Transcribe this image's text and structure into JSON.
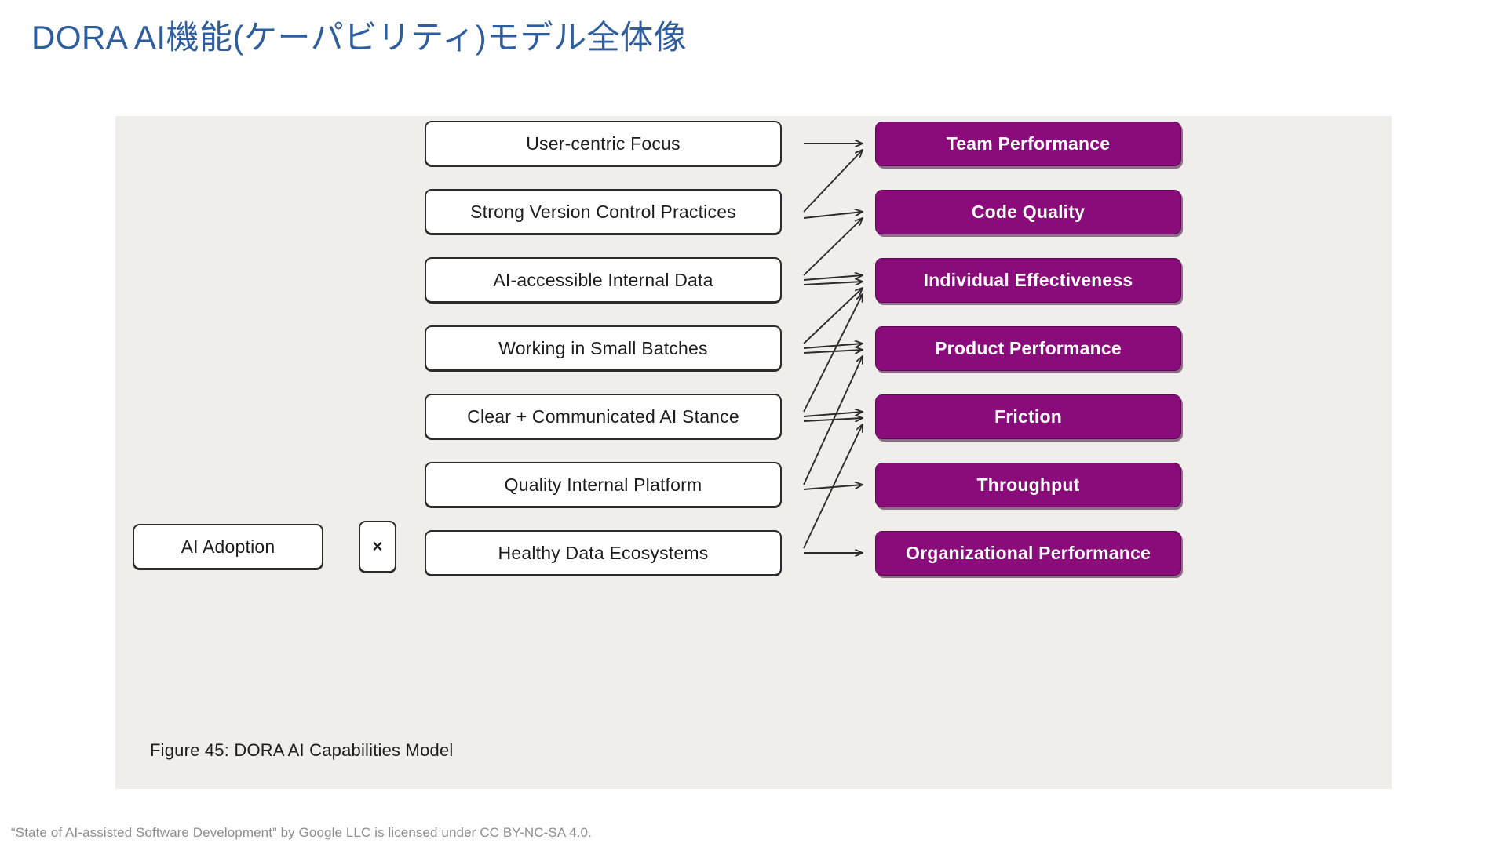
{
  "slide": {
    "title": "DORA AI機能(ケーパビリティ)モデル全体像",
    "title_color": "#2f5e9e",
    "background": "#ffffff"
  },
  "figure": {
    "panel_background": "#efeeea",
    "caption": "Figure 45: DORA AI Capabilities Model",
    "input_node": {
      "label": "AI Adoption"
    },
    "operator_node": {
      "label": "×",
      "icon": "multiply-icon"
    },
    "capabilities": [
      {
        "id": "user-centric-focus",
        "label": "User-centric Focus"
      },
      {
        "id": "strong-version-control",
        "label": "Strong Version Control Practices"
      },
      {
        "id": "ai-accessible-internal-data",
        "label": "AI-accessible Internal Data"
      },
      {
        "id": "working-in-small-batches",
        "label": "Working in Small Batches"
      },
      {
        "id": "clear-communicated-ai-stance",
        "label": "Clear + Communicated AI Stance"
      },
      {
        "id": "quality-internal-platform",
        "label": "Quality Internal Platform"
      },
      {
        "id": "healthy-data-ecosystems",
        "label": "Healthy Data Ecosystems"
      }
    ],
    "outcomes": [
      {
        "id": "team-performance",
        "label": "Team Performance",
        "color": "#8a0b7a"
      },
      {
        "id": "code-quality",
        "label": "Code Quality",
        "color": "#8a0b7a"
      },
      {
        "id": "individual-effectiveness",
        "label": "Individual Effectiveness",
        "color": "#8a0b7a"
      },
      {
        "id": "product-performance",
        "label": "Product Performance",
        "color": "#8a0b7a"
      },
      {
        "id": "friction",
        "label": "Friction",
        "color": "#8a0b7a"
      },
      {
        "id": "throughput",
        "label": "Throughput",
        "color": "#8a0b7a"
      },
      {
        "id": "organizational-performance",
        "label": "Organizational Performance",
        "color": "#8a0b7a"
      }
    ],
    "connections": [
      {
        "from": "user-centric-focus",
        "to": "team-performance"
      },
      {
        "from": "strong-version-control",
        "to": "team-performance"
      },
      {
        "from": "strong-version-control",
        "to": "code-quality"
      },
      {
        "from": "ai-accessible-internal-data",
        "to": "code-quality"
      },
      {
        "from": "ai-accessible-internal-data",
        "to": "individual-effectiveness"
      },
      {
        "from": "ai-accessible-internal-data",
        "to": "individual-effectiveness-b"
      },
      {
        "from": "working-in-small-batches",
        "to": "individual-effectiveness"
      },
      {
        "from": "working-in-small-batches",
        "to": "product-performance"
      },
      {
        "from": "working-in-small-batches",
        "to": "product-performance-b"
      },
      {
        "from": "clear-communicated-ai-stance",
        "to": "individual-effectiveness"
      },
      {
        "from": "clear-communicated-ai-stance",
        "to": "friction"
      },
      {
        "from": "clear-communicated-ai-stance",
        "to": "friction-b"
      },
      {
        "from": "quality-internal-platform",
        "to": "product-performance"
      },
      {
        "from": "quality-internal-platform",
        "to": "throughput"
      },
      {
        "from": "healthy-data-ecosystems",
        "to": "friction"
      },
      {
        "from": "healthy-data-ecosystems",
        "to": "organizational-performance"
      }
    ],
    "arrow_color": "#2b2b2b"
  },
  "footer": {
    "note": "“State of AI-assisted Software Development” by Google LLC is licensed under CC BY-NC-SA 4.0."
  }
}
